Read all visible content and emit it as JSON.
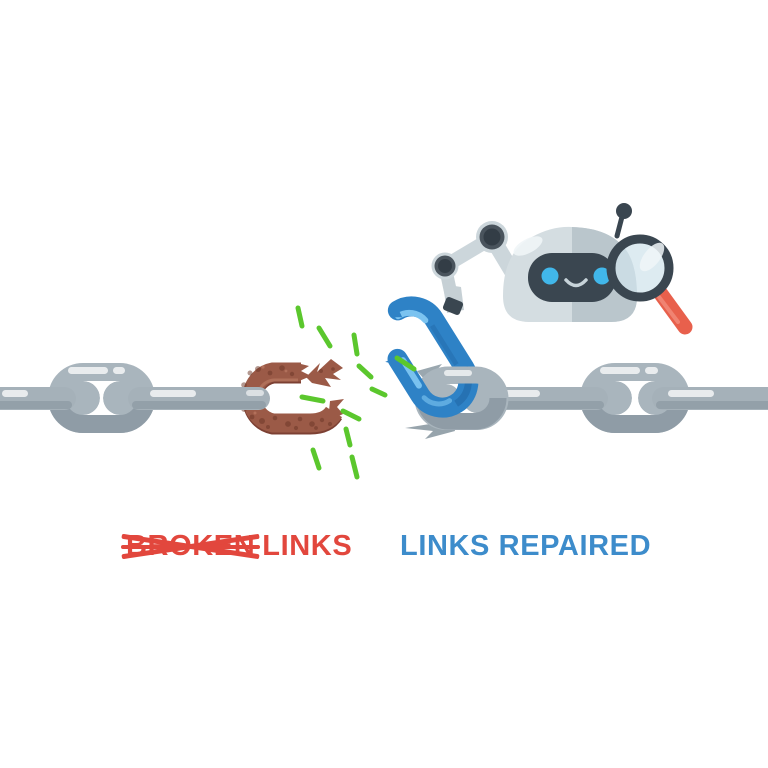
{
  "labels": {
    "broken_strike": "BROKEN",
    "broken_rest": "LINKS",
    "repaired": "LINKS REPAIRED"
  },
  "colors": {
    "background": "#ffffff",
    "broken_text": "#e2473d",
    "repaired_text": "#3d8ccb",
    "chain_gray": "#a9b5bd",
    "chain_gray_bar": "#a5b1b9",
    "chain_gray_shade": "#8f9ca6",
    "chain_highlight": "#ffffff",
    "rust_link": "#9b5a47",
    "rust_spots": "#6b3526",
    "rust_light": "#b5755f",
    "new_link_blue": "#2e82c6",
    "new_link_highlight": "#7fc6f2",
    "new_link_shade": "#1e62a0",
    "spark_green": "#5bc72d",
    "robot_body": "#d4dde1",
    "robot_body_shade": "#bac6cc",
    "robot_face_panel": "#3a4650",
    "robot_eyes": "#41b7ea",
    "robot_smile": "#c7d3d9",
    "joint_dark": "#333d46",
    "joint_ring": "#4a545d",
    "magnifier_handle": "#e8604c"
  },
  "objects": [
    "chain-left",
    "broken-rusty-link",
    "repair-sparks",
    "new-blue-link",
    "chain-right-broken-link",
    "chain-right",
    "robot-arm",
    "robot-head",
    "magnifying-glass"
  ]
}
